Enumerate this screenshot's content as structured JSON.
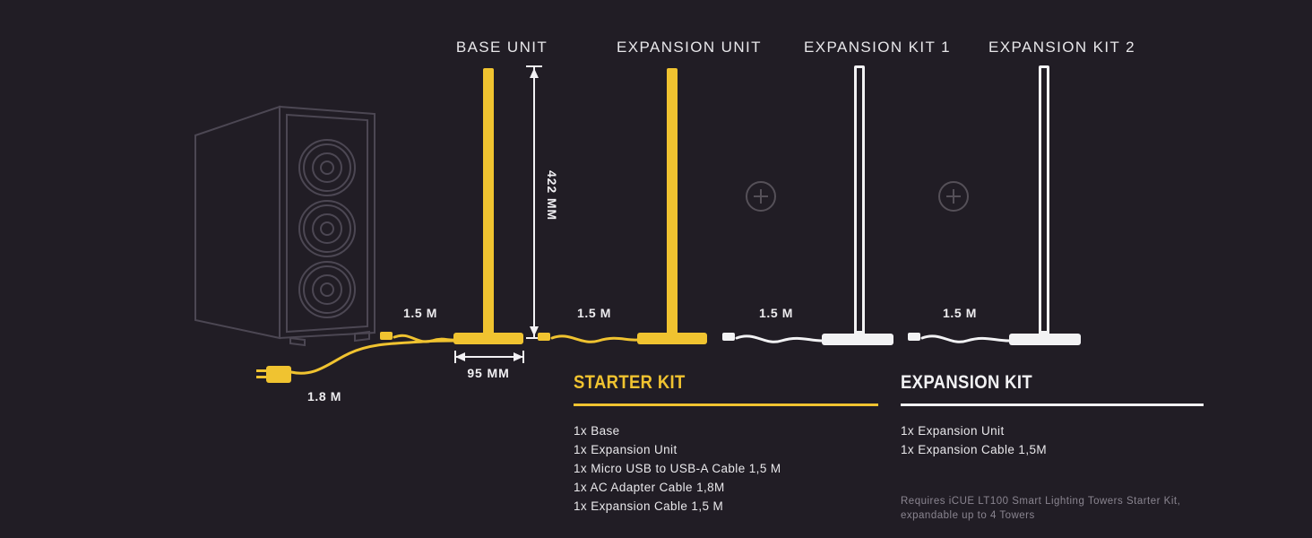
{
  "colors": {
    "background": "#211d25",
    "accent_yellow": "#f0c330",
    "white": "#f2f2f4",
    "case_outline": "#4c4753",
    "muted_gray": "#8a8590"
  },
  "icons": {
    "plus": "plus-icon"
  },
  "towers": [
    {
      "label": "BASE UNIT"
    },
    {
      "label": "EXPANSION UNIT"
    },
    {
      "label": "EXPANSION KIT 1"
    },
    {
      "label": "EXPANSION KIT 2"
    }
  ],
  "dimensions": {
    "tower_height": "422 MM",
    "base_width": "95 MM"
  },
  "cables": {
    "usb_to_base": "1.5 M",
    "base_to_expansion": "1.5 M",
    "expansion_kit_1": "1.5 M",
    "expansion_kit_2": "1.5 M",
    "power": "1.8 M"
  },
  "starter_kit": {
    "title": "STARTER KIT",
    "items": [
      "1x Base",
      "1x Expansion Unit",
      "1x Micro USB to USB-A Cable 1,5 M",
      "1x AC Adapter Cable 1,8M",
      "1x Expansion Cable 1,5 M"
    ]
  },
  "expansion_kit": {
    "title": "EXPANSION KIT",
    "items": [
      "1x Expansion Unit",
      "1x Expansion Cable 1,5M"
    ],
    "footnote_line1": "Requires iCUE LT100 Smart Lighting Towers Starter Kit,",
    "footnote_line2": "expandable up to 4 Towers"
  }
}
